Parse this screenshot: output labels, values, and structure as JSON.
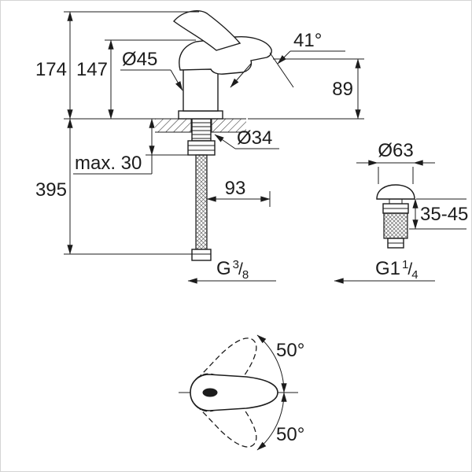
{
  "labels": {
    "height_total": "174",
    "height_body": "147",
    "base_diameter": "Ø45",
    "spray_angle": "41°",
    "spout_height": "89",
    "hole_diameter": "Ø34",
    "max_mounting": "max. 30",
    "hose_length": "395",
    "reach": "93",
    "waste_diameter": "Ø63",
    "clamp_range": "35-45",
    "hose_thread": {
      "prefix": "G",
      "sup": "3",
      "slash": "/",
      "sub": "8"
    },
    "waste_thread": {
      "prefix": "G1",
      "sup": "1",
      "slash": "/",
      "sub": "4"
    },
    "swing_up": "50°",
    "swing_down": "50°"
  }
}
